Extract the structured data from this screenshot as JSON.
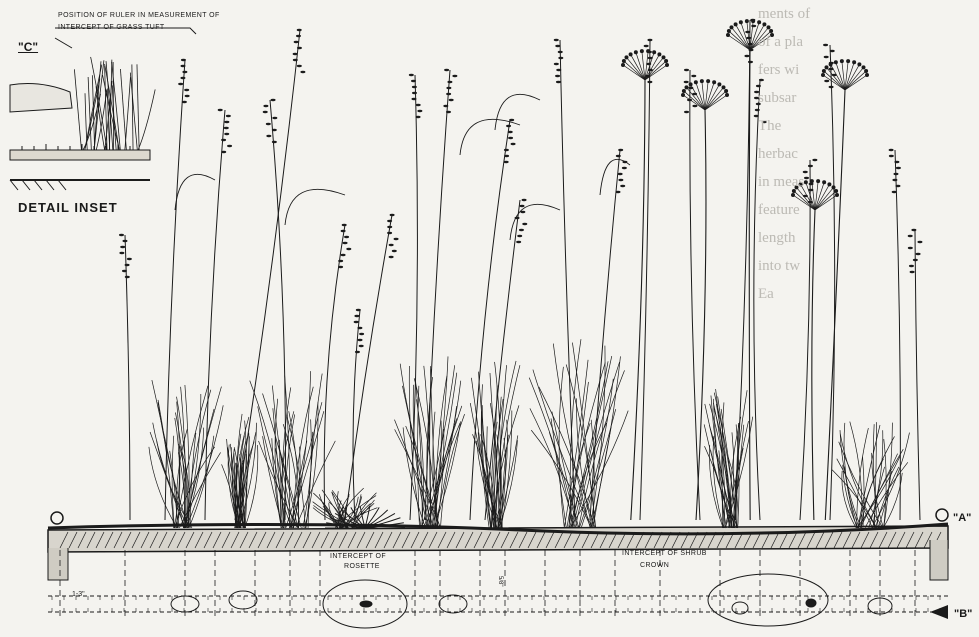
{
  "inset": {
    "caption_line1": "POSITION OF RULER IN MEASUREMENT OF",
    "caption_line2": "INTERCEPT OF GRASS TUFT",
    "marker": "\"C\"",
    "title": "DETAIL INSET"
  },
  "labels": {
    "rosette_line1": "INTERCEPT OF",
    "rosette_line2": "ROSETTE",
    "shrub_line1": "INTERCEPT OF SHRUB",
    "shrub_line2": "CROWN",
    "point_a": "\"A\"",
    "point_b": "\"B\"",
    "spacing": "1-3\"",
    "vertical": "5/8\""
  },
  "background_text": [
    "ments of",
    "of a pla",
    "fers wi",
    "subsar",
    "The",
    "herbac",
    "in meas",
    "feature",
    "length",
    "into tw",
    "Ea"
  ],
  "colors": {
    "ink": "#1b1b1b",
    "paper": "#f4f3ef",
    "faded_text": "#bcbab4"
  }
}
